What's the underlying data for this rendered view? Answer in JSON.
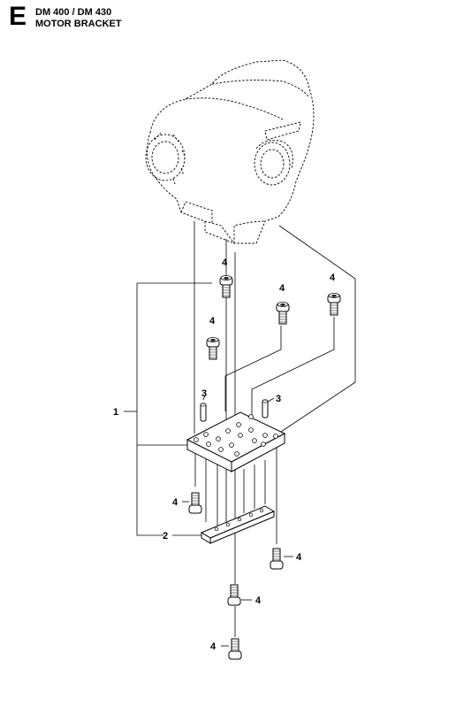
{
  "header": {
    "section_letter": "E",
    "model": "DM 400 / DM 430",
    "title": "MOTOR BRACKET"
  },
  "callouts": {
    "part1": "1",
    "part2": "2",
    "part3": "3",
    "part4": "4"
  },
  "icons": {
    "motor": "motor-housing-icon",
    "plate": "bracket-plate-icon",
    "bar": "clamp-bar-icon",
    "screw": "socket-screw-icon",
    "pin": "dowel-pin-icon"
  }
}
